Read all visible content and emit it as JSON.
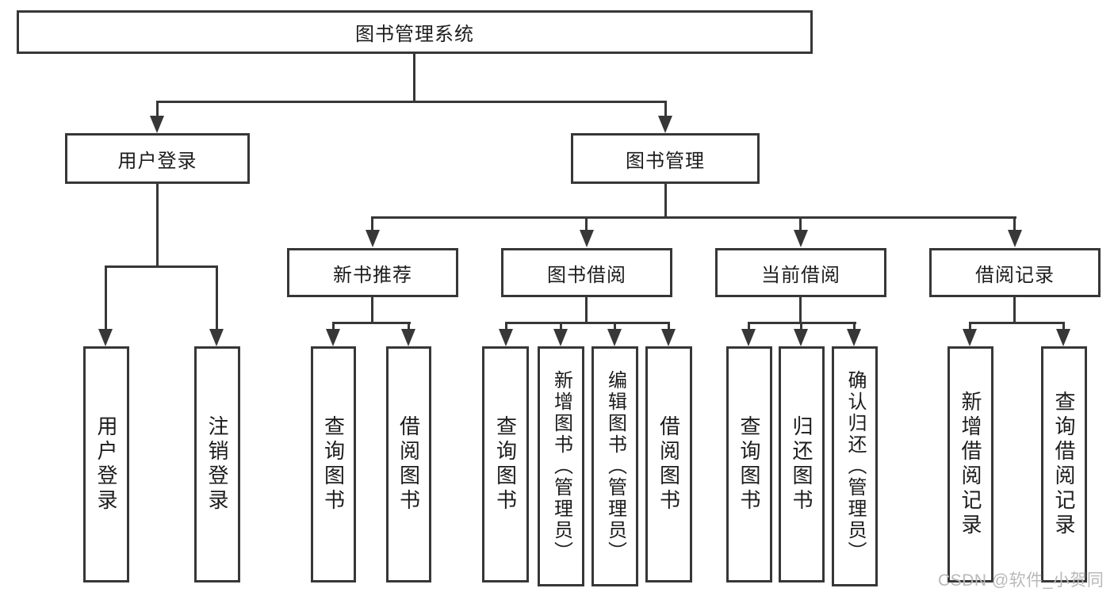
{
  "colors": {
    "line": "#373737",
    "text": "#1c1c1c",
    "background": "#ffffff",
    "watermark": "#b9b9b9"
  },
  "watermark": "CSDN @软件_小贺同学",
  "tree": {
    "root": {
      "label": "图书管理系统"
    },
    "branches": [
      {
        "label": "用户登录",
        "leaves": [
          "用户登录",
          "注销登录"
        ]
      },
      {
        "label": "图书管理",
        "groups": [
          {
            "label": "新书推荐",
            "leaves": [
              "查询图书",
              "借阅图书"
            ]
          },
          {
            "label": "图书借阅",
            "leaves": [
              "查询图书",
              "新增图书（管理员）",
              "编辑图书（管理员）",
              "借阅图书"
            ]
          },
          {
            "label": "当前借阅",
            "leaves": [
              "查询图书",
              "归还图书",
              "确认归还（管理员）"
            ]
          },
          {
            "label": "借阅记录",
            "leaves": [
              "新增借阅记录",
              "查询借阅记录"
            ]
          }
        ]
      }
    ]
  }
}
